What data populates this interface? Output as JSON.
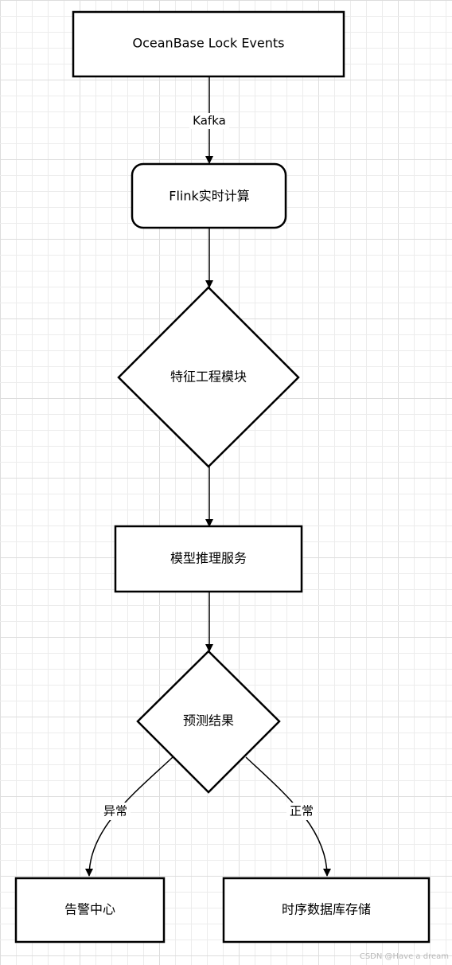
{
  "nodes": {
    "source": "OceanBase Lock Events",
    "flink": "Flink实时计算",
    "feature": "特征工程模块",
    "model": "模型推理服务",
    "decision": "预测结果",
    "alert": "告警中心",
    "tsdb": "时序数据库存储"
  },
  "edges": {
    "kafka": "Kafka",
    "abnormal": "异常",
    "normal": "正常"
  },
  "watermark": "CSDN @Have a dream",
  "colors": {
    "stroke": "#000000",
    "grid_minor": "#ececec",
    "grid_major": "#dddddd",
    "background": "#ffffff"
  }
}
